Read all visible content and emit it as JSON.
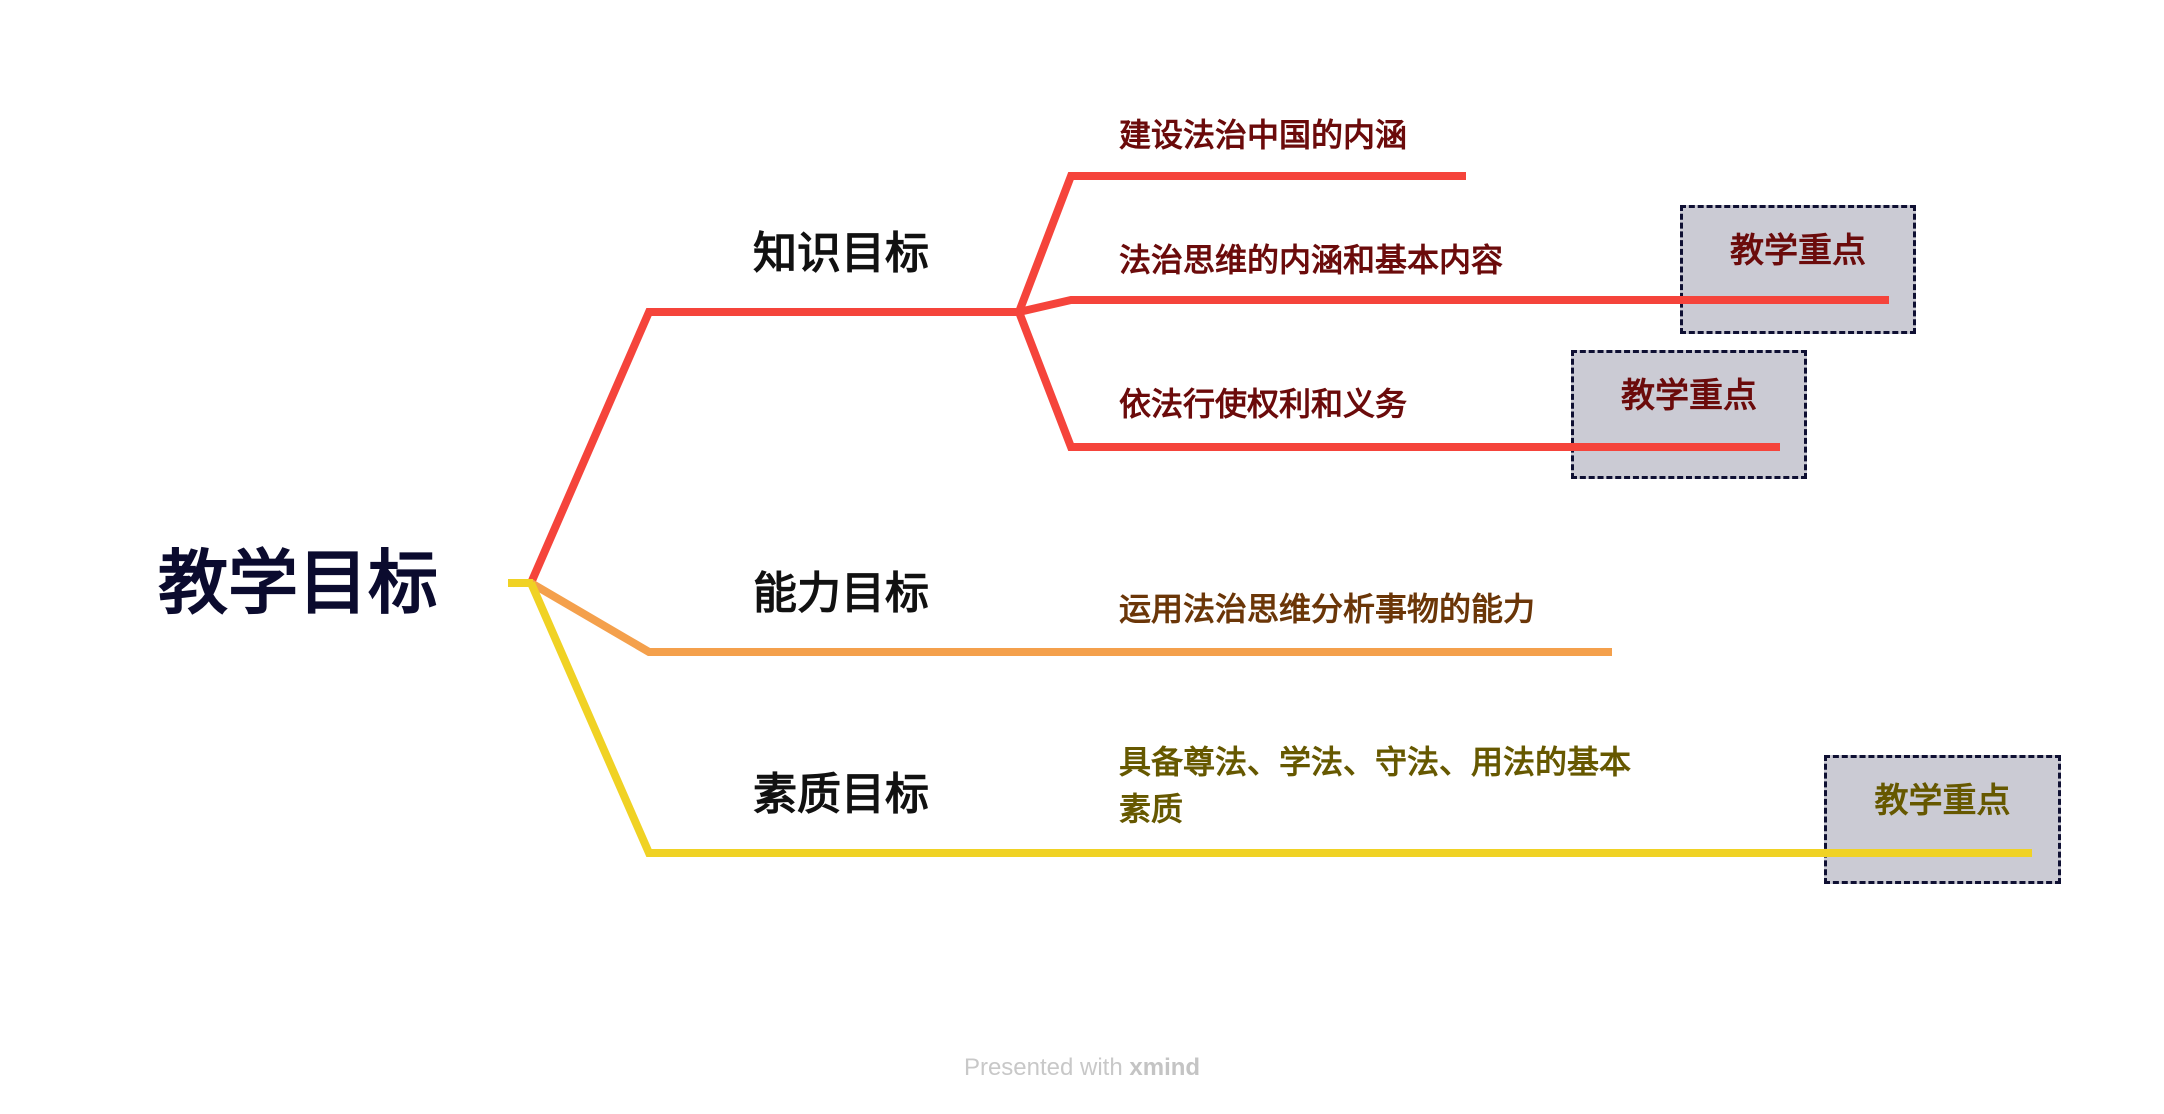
{
  "root": {
    "label": "教学目标"
  },
  "branches": [
    {
      "label": "知识目标",
      "leaves": [
        {
          "label": "建设法治中国的内涵"
        },
        {
          "label": "法治思维的内涵和基本内容",
          "tag": "教学重点"
        },
        {
          "label": "依法行使权利和义务",
          "tag": "教学重点"
        }
      ]
    },
    {
      "label": "能力目标",
      "leaves": [
        {
          "label": "运用法治思维分析事物的能力"
        }
      ]
    },
    {
      "label": "素质目标",
      "leaves": [
        {
          "label_line1": "具备尊法、学法、守法、用法的基本",
          "label_line2": "素质",
          "tag": "教学重点"
        }
      ]
    }
  ],
  "footer": {
    "prefix": "Presented with",
    "brand": "xmind"
  },
  "colors": {
    "red": "#f5443b",
    "orange": "#f4a04c",
    "yellow": "#f0d224",
    "red_text": "#6b0b0b",
    "orange_text": "#6b3608",
    "yellow_text": "#665800"
  }
}
